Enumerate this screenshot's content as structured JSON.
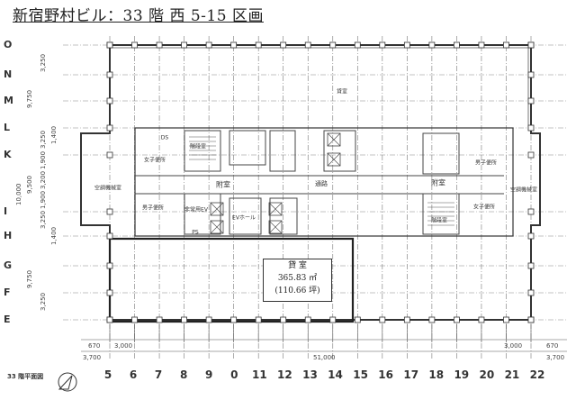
{
  "title": "新宿野村ビル：33 階  西 5-15 区画",
  "rows": [
    "O",
    "N",
    "M",
    "L",
    "K",
    "I",
    "H",
    "G",
    "F",
    "E"
  ],
  "columns": [
    "5",
    "6",
    "7",
    "8",
    "9",
    "0",
    "11",
    "12",
    "13",
    "14",
    "15",
    "16",
    "17",
    "18",
    "19",
    "20",
    "21",
    "22"
  ],
  "lease_box": {
    "label": "貸 室",
    "area_sqm": "365.83 ㎡",
    "area_tsubo": "(110.66 坪)"
  },
  "rooms": {
    "upper_lease": "貸室",
    "antechamber_left": "附室",
    "antechamber_right": "附室",
    "corridor": "通路",
    "ev_hall": "EVホール",
    "mens_left": "男子便所",
    "womens_left": "女子便所",
    "mens_right": "男子便所",
    "womens_right": "女子便所",
    "stair_left": "階段室",
    "stair_right": "階段室",
    "emergency_ev": "非常用EV",
    "ac_room_left": "空調機械室",
    "ac_room_right": "空調機械室",
    "ps": "PS",
    "ds": "DS",
    "ev": "EV"
  },
  "dimensions": {
    "total_width": "51,000",
    "left_offset": "670",
    "right_offset": "670",
    "left_outer": "3,700",
    "right_outer": "3,700",
    "span_first": "3,000",
    "span_last": "3,000",
    "left_vertical": [
      "3,250",
      "9,750",
      "1,400",
      "3,250",
      "1,900",
      "9,500",
      "10,000",
      "3,200",
      "1,900",
      "3,250",
      "1,400",
      "9,750",
      "3,250"
    ]
  },
  "caption": "33 階平面図",
  "north_icon": "north-arrow-icon"
}
